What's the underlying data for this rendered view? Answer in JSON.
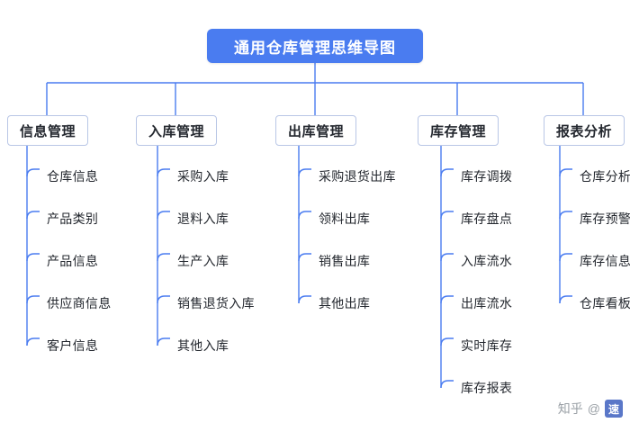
{
  "diagram": {
    "title": "通用仓库管理思维导图",
    "line_color": "#4a7cf0",
    "root_bg": "#4a7cf0",
    "branches": [
      {
        "label": "信息管理",
        "children": [
          "仓库信息",
          "产品类别",
          "产品信息",
          "供应商信息",
          "客户信息"
        ]
      },
      {
        "label": "入库管理",
        "children": [
          "采购入库",
          "退料入库",
          "生产入库",
          "销售退货入库",
          "其他入库"
        ]
      },
      {
        "label": "出库管理",
        "children": [
          "采购退货出库",
          "领料出库",
          "销售出库",
          "其他出库"
        ]
      },
      {
        "label": "库存管理",
        "children": [
          "库存调拨",
          "库存盘点",
          "入库流水",
          "出库流水",
          "实时库存",
          "库存报表"
        ]
      },
      {
        "label": "报表分析",
        "children": [
          "仓库分析",
          "库存预警",
          "库存信息",
          "仓库看板"
        ]
      }
    ]
  },
  "watermark": {
    "site": "知乎",
    "at": "@",
    "user": "速"
  }
}
